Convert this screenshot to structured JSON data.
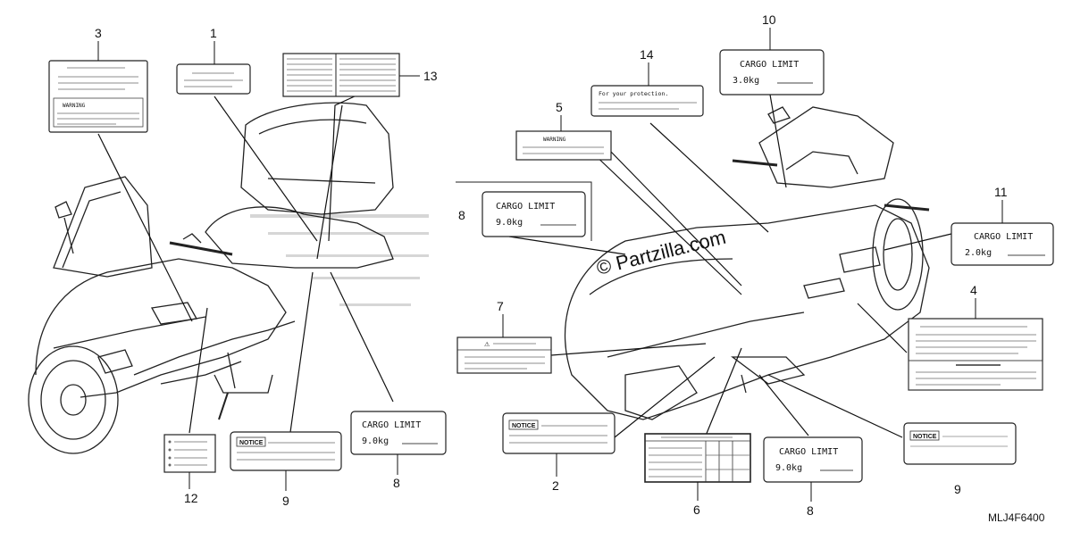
{
  "callouts": [
    "1",
    "2",
    "3",
    "4",
    "5",
    "6",
    "7",
    "8",
    "9",
    "10",
    "11",
    "12",
    "13",
    "14"
  ],
  "callout_dup": {
    "c8b": "8",
    "c8c": "8",
    "c9b": "9"
  },
  "labels": {
    "cargo_label": "CARGO LIMIT",
    "cargo_9": "9.0kg",
    "cargo_3": "3.0kg",
    "cargo_2": "2.0kg",
    "notice": "NOTICE",
    "warning": "WARNING",
    "warning_caps": "WARNING",
    "protection": "For your protection.",
    "hazard_glyph": "⚠"
  },
  "watermark": "© Partzilla.com",
  "diagram_code": "MLJ4F6400"
}
